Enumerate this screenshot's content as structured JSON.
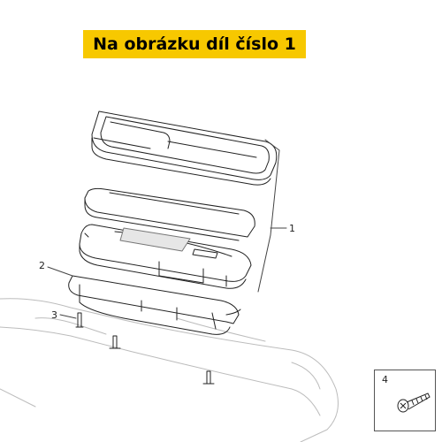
{
  "banner": {
    "text": "Na obrázku díl číslo 1"
  },
  "callouts": {
    "c1": "1",
    "c2": "2",
    "c3": "3",
    "c4": "4"
  },
  "colors": {
    "banner": "#f7c800",
    "line": "#222222"
  }
}
